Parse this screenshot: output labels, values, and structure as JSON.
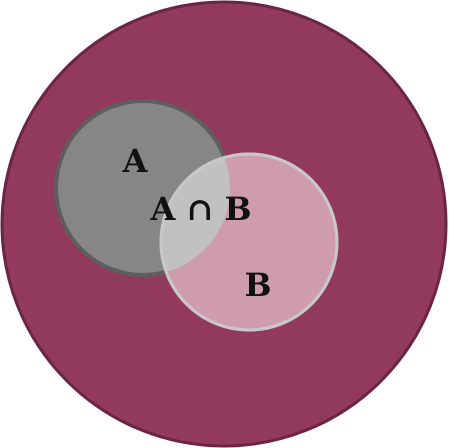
{
  "diagram": {
    "labels": {
      "set_a": "A",
      "set_b": "B",
      "intersection": "A ∩ B"
    },
    "colors": {
      "universe_fill": "#923a5c",
      "universe_stroke": "#6b2443",
      "set_a_fill": "#868686",
      "set_a_stroke": "#5e5e5e",
      "set_b_fill": "#cf9cad",
      "set_b_stroke": "#c8c8c8",
      "intersection_fill": "#c1c1c1",
      "text": "#111111"
    }
  }
}
